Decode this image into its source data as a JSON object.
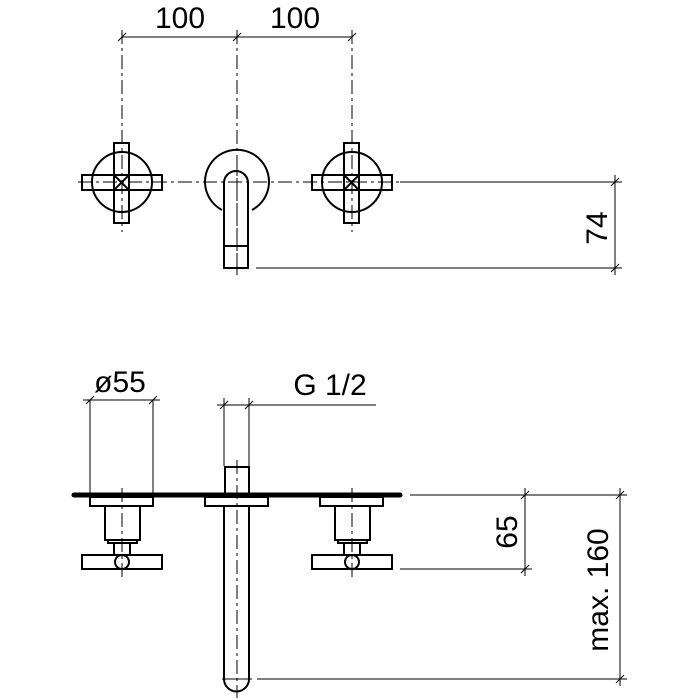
{
  "dimensions": {
    "spacing_left": "100",
    "spacing_right": "100",
    "spout_offset": "74",
    "handle_diameter": "ø55",
    "thread": "G 1/2",
    "handle_projection": "65",
    "spout_projection": "max. 160"
  }
}
